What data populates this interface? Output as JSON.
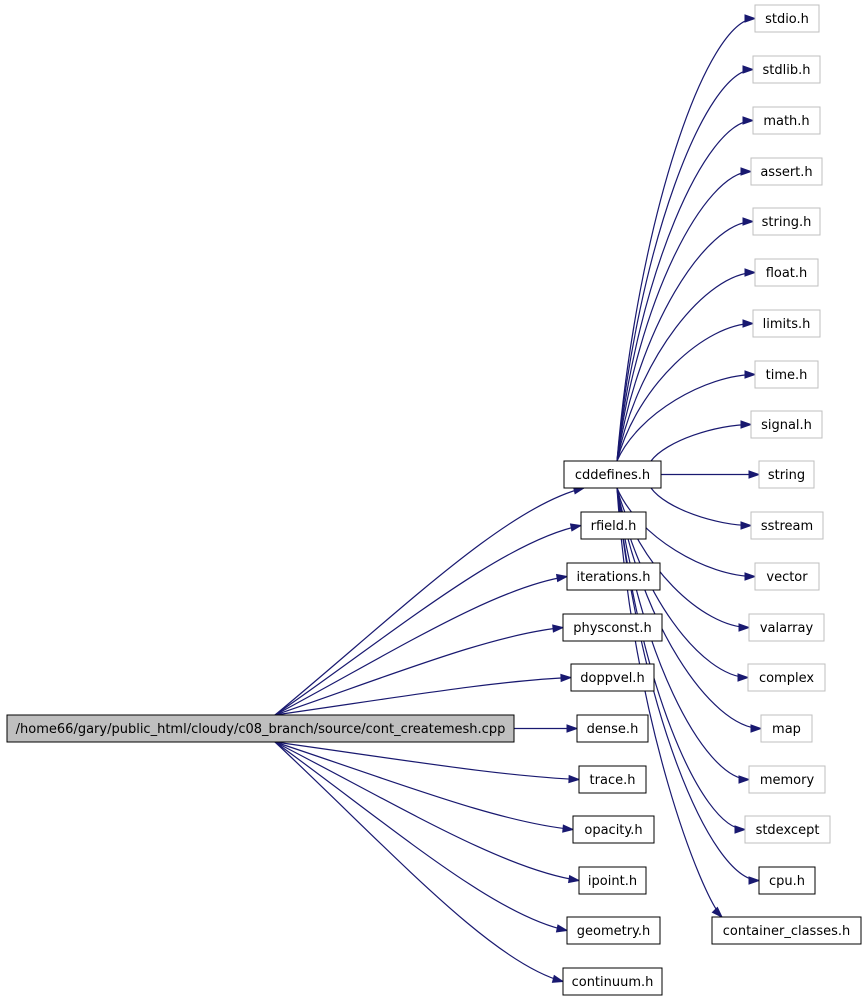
{
  "graph": {
    "root": {
      "id": "root",
      "label": "/home66/gary/public_html/cloudy/c08_branch/source/cont_createmesh.cpp"
    },
    "cddefines": {
      "id": "cddefines",
      "label": "cddefines.h"
    },
    "system_headers": [
      {
        "id": "stdio",
        "label": "stdio.h"
      },
      {
        "id": "stdlib",
        "label": "stdlib.h"
      },
      {
        "id": "math",
        "label": "math.h"
      },
      {
        "id": "assert",
        "label": "assert.h"
      },
      {
        "id": "string_h",
        "label": "string.h"
      },
      {
        "id": "float",
        "label": "float.h"
      },
      {
        "id": "limits",
        "label": "limits.h"
      },
      {
        "id": "time",
        "label": "time.h"
      },
      {
        "id": "signal",
        "label": "signal.h"
      },
      {
        "id": "string",
        "label": "string"
      },
      {
        "id": "sstream",
        "label": "sstream"
      },
      {
        "id": "vector",
        "label": "vector"
      },
      {
        "id": "valarray",
        "label": "valarray"
      },
      {
        "id": "complex",
        "label": "complex"
      },
      {
        "id": "map",
        "label": "map"
      },
      {
        "id": "memory",
        "label": "memory"
      },
      {
        "id": "stdexcept",
        "label": "stdexcept"
      }
    ],
    "project_sub_headers": [
      {
        "id": "cpu",
        "label": "cpu.h"
      },
      {
        "id": "container_classes",
        "label": "container_classes.h"
      }
    ],
    "root_headers": [
      {
        "id": "rfield",
        "label": "rfield.h"
      },
      {
        "id": "iterations",
        "label": "iterations.h"
      },
      {
        "id": "physconst",
        "label": "physconst.h"
      },
      {
        "id": "doppvel",
        "label": "doppvel.h"
      },
      {
        "id": "dense",
        "label": "dense.h"
      },
      {
        "id": "trace",
        "label": "trace.h"
      },
      {
        "id": "opacity",
        "label": "opacity.h"
      },
      {
        "id": "ipoint",
        "label": "ipoint.h"
      },
      {
        "id": "geometry",
        "label": "geometry.h"
      },
      {
        "id": "continuum",
        "label": "continuum.h"
      }
    ],
    "colors": {
      "edge": "#191970",
      "root_fill": "#bfbfbf",
      "weak_border": "#bfbfbf",
      "strong_border": "#000000"
    }
  }
}
